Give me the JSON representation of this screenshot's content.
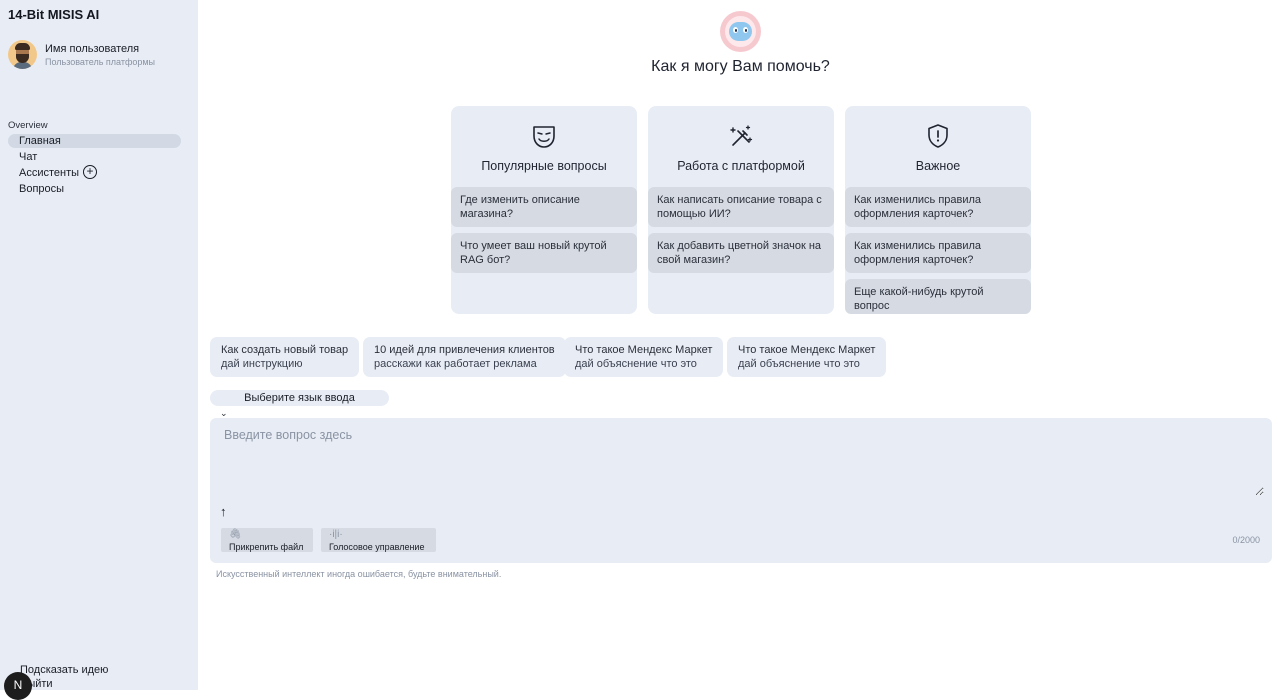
{
  "app": {
    "brand": "14-Bit MISIS AI"
  },
  "user": {
    "name": "Имя пользователя",
    "role": "Пользователь платформы"
  },
  "nav": {
    "section": "Overview",
    "items": [
      {
        "label": "Главная",
        "active": true
      },
      {
        "label": "Чат"
      },
      {
        "label": "Ассистенты"
      },
      {
        "label": "Вопросы"
      }
    ],
    "bottom": [
      "Подсказать идею",
      "Выйти"
    ],
    "badge": "N"
  },
  "hero": {
    "title": "Как я могу Вам помочь?",
    "icon": "robot-avatar-icon"
  },
  "cards": [
    {
      "icon": "mask-icon",
      "title": "Популярные вопросы",
      "questions": [
        "Где изменить описание магазина?",
        "Что умеет ваш новый крутой RAG бот?"
      ]
    },
    {
      "icon": "magic-wand-icon",
      "title": "Работа с платформой",
      "questions": [
        "Как написать описание товара с помощью ИИ?",
        "Как добавить цветной значок на свой магазин?"
      ]
    },
    {
      "icon": "shield-alert-icon",
      "title": "Важное",
      "questions": [
        "Как изменились правила оформления карточек?",
        "Как изменились правила оформления карточек?",
        "Еще какой-нибудь крутой вопрос"
      ]
    }
  ],
  "suggestions": [
    {
      "title": "Как создать новый товар",
      "sub": "дай инструкцию"
    },
    {
      "title": "10 идей для привлечения клиентов",
      "sub": "расскажи как работает реклама"
    },
    {
      "title": "Что такое Мендекс Маркет",
      "sub": "дай объяснение что это"
    },
    {
      "title": "Что такое Мендекс Маркет",
      "sub": "дай объяснение что это"
    }
  ],
  "composer": {
    "language_label": "Выберите язык ввода",
    "placeholder": "Введите вопрос здесь",
    "value": "",
    "attach_label": "Прикрепить файл",
    "voice_label": "Голосовое управление",
    "counter": "0/2000"
  },
  "disclaimer": "Искусственный интеллект иногда ошибается, будьте внимательный."
}
